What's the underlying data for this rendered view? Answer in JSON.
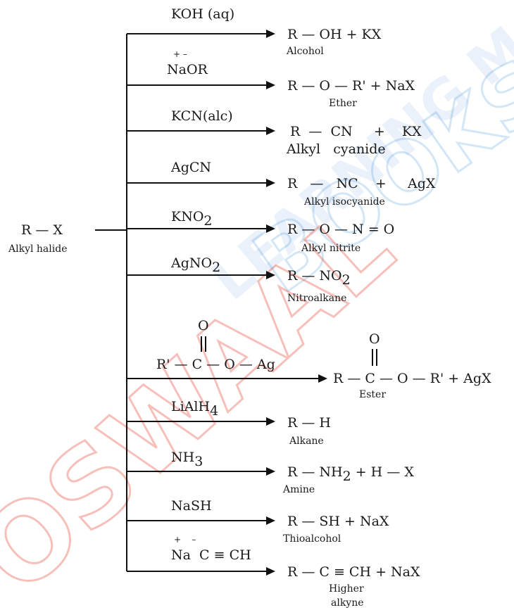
{
  "watermark": {
    "line1": "OSWAAL BOOKS",
    "line2": "LEARNING MADE SIMPLE"
  },
  "reactant": {
    "formula": "R — X",
    "name": "Alkyl halide"
  },
  "reactions": [
    {
      "reagent": "KOH (aq)",
      "product": "R — OH + KX",
      "name": "Alcohol"
    },
    {
      "reagent": "NaOR",
      "charges": "+  –",
      "product": "R — O — R' + NaX",
      "name": "Ether"
    },
    {
      "reagent": "KCN(alc)",
      "product": "R  —  CN     +    KX",
      "name": "Alkyl   cyanide"
    },
    {
      "reagent": "AgCN",
      "product": "R   —   NC    +     AgX",
      "name": "Alkyl isocyanide"
    },
    {
      "reagent": "KNO",
      "reagent_sub": "2",
      "product": "R — O — N = O",
      "name": "Alkyl nitrite"
    },
    {
      "reagent": "AgNO",
      "reagent_sub": "2",
      "product": "R — NO",
      "product_sub": "2",
      "name": "Nitroalkane"
    },
    {
      "reagent": "R' — C — O — Ag",
      "reagent_top": "O",
      "product": "R — C — O — R' + AgX",
      "product_top": "O",
      "name": "Ester"
    },
    {
      "reagent": "LiAlH",
      "reagent_sub": "4",
      "product": "R — H",
      "name": "Alkane"
    },
    {
      "reagent": "NH",
      "reagent_sub": "3",
      "product": "R — NH",
      "product_sub": "2",
      "product_tail": " + H — X",
      "name": "Amine"
    },
    {
      "reagent": "NaSH",
      "product": "R — SH + NaX",
      "name": "Thioalcohol"
    },
    {
      "reagent": "Na  C ≡ CH",
      "charges": "+    –",
      "product": "R — C ≡ CH + NaX",
      "name": "Higher",
      "name2": "alkyne"
    }
  ]
}
